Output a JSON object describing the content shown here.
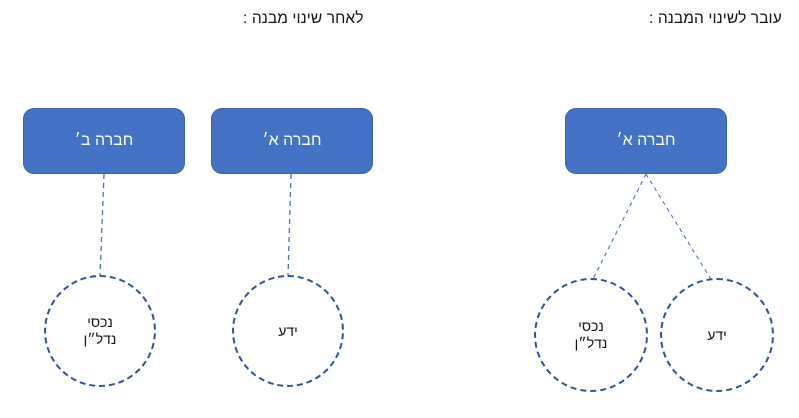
{
  "panels": {
    "after": {
      "title": "לאחר שינוי מבנה :",
      "boxes": [
        {
          "label": "חברה ב׳"
        },
        {
          "label": "חברה א׳"
        }
      ],
      "circles": [
        {
          "line1": "נכסי",
          "line2": "נדל״ן"
        },
        {
          "line1": "ידע",
          "line2": ""
        }
      ]
    },
    "before": {
      "title": "עובר לשינוי המבנה :",
      "boxes": [
        {
          "label": "חברה א׳"
        }
      ],
      "circles": [
        {
          "line1": "נכסי",
          "line2": "נדל״ן"
        },
        {
          "line1": "ידע",
          "line2": ""
        }
      ]
    }
  },
  "colors": {
    "box_fill": "#4472C4",
    "box_border": "#3864B0",
    "box_text": "#FFFFFF",
    "circle_stroke": "#2E5395",
    "connector_stroke": "#4472C4",
    "text": "#111111",
    "background": "#FFFFFF"
  }
}
